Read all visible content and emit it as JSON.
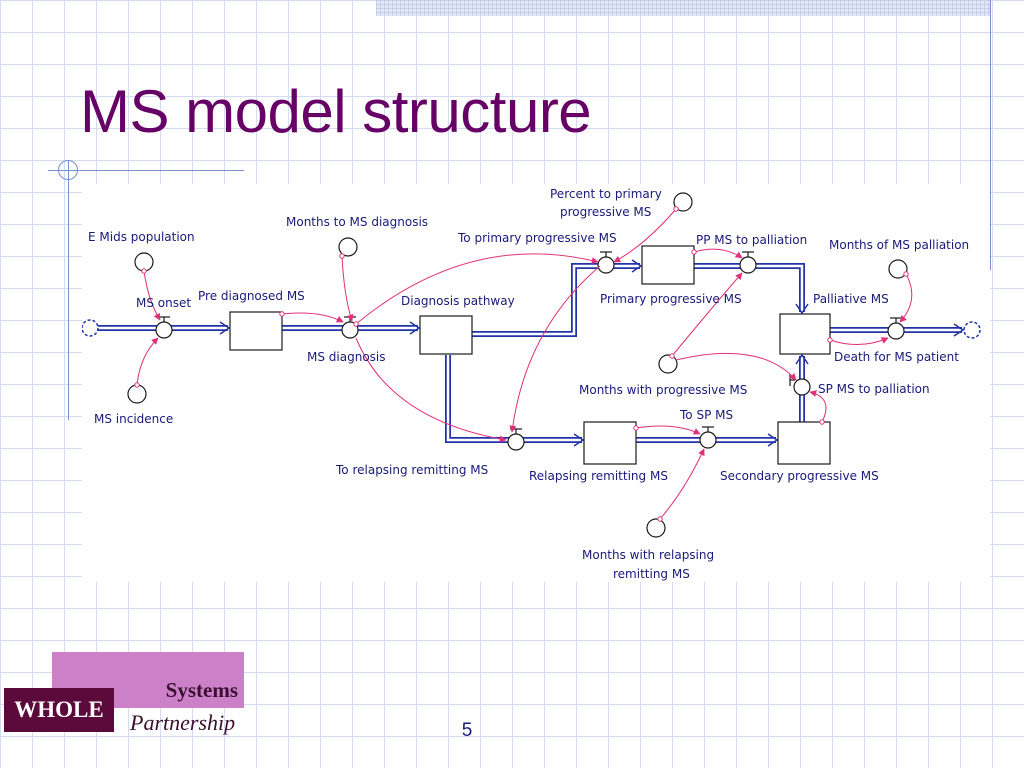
{
  "slide": {
    "title": "MS model structure",
    "page_number": "5"
  },
  "logo": {
    "line1": "Systems",
    "line2": "WHOLE",
    "line3": "Partnership"
  },
  "colors": {
    "title": "#660066",
    "flow": "#2233aa",
    "link": "#e0307a",
    "label": "#1a1a7a"
  },
  "diagram": {
    "stocks": [
      {
        "id": "pre_diagnosed",
        "label": "Pre diagnosed MS"
      },
      {
        "id": "diagnosis_pathway",
        "label": "Diagnosis pathway"
      },
      {
        "id": "primary_progressive",
        "label": "Primary progressive MS"
      },
      {
        "id": "relapsing_remitting",
        "label": "Relapsing remitting MS"
      },
      {
        "id": "secondary_progressive",
        "label": "Secondary progressive MS"
      },
      {
        "id": "palliative",
        "label": "Palliative MS"
      }
    ],
    "flows": [
      {
        "id": "ms_onset",
        "label": "MS onset"
      },
      {
        "id": "ms_diagnosis",
        "label": "MS diagnosis"
      },
      {
        "id": "to_primary_progressive",
        "label": "To primary progressive MS"
      },
      {
        "id": "to_relapsing_remitting",
        "label": "To relapsing remitting MS"
      },
      {
        "id": "pp_to_palliation",
        "label": "PP MS to palliation"
      },
      {
        "id": "to_sp",
        "label": "To SP MS"
      },
      {
        "id": "sp_to_palliation",
        "label": "SP MS to palliation"
      },
      {
        "id": "death",
        "label": "Death for MS patient"
      }
    ],
    "converters": [
      {
        "id": "e_mids_population",
        "label": "E Mids population"
      },
      {
        "id": "ms_incidence",
        "label": "MS incidence"
      },
      {
        "id": "months_to_diagnosis",
        "label": "Months to MS diagnosis"
      },
      {
        "id": "percent_primary",
        "label_lines": [
          "Percent to primary",
          "progressive MS"
        ]
      },
      {
        "id": "months_palliation",
        "label": "Months of MS palliation"
      },
      {
        "id": "months_progressive",
        "label": "Months with progressive MS"
      },
      {
        "id": "months_relapsing",
        "label_lines": [
          "Months with relapsing",
          "remitting MS"
        ]
      }
    ]
  }
}
